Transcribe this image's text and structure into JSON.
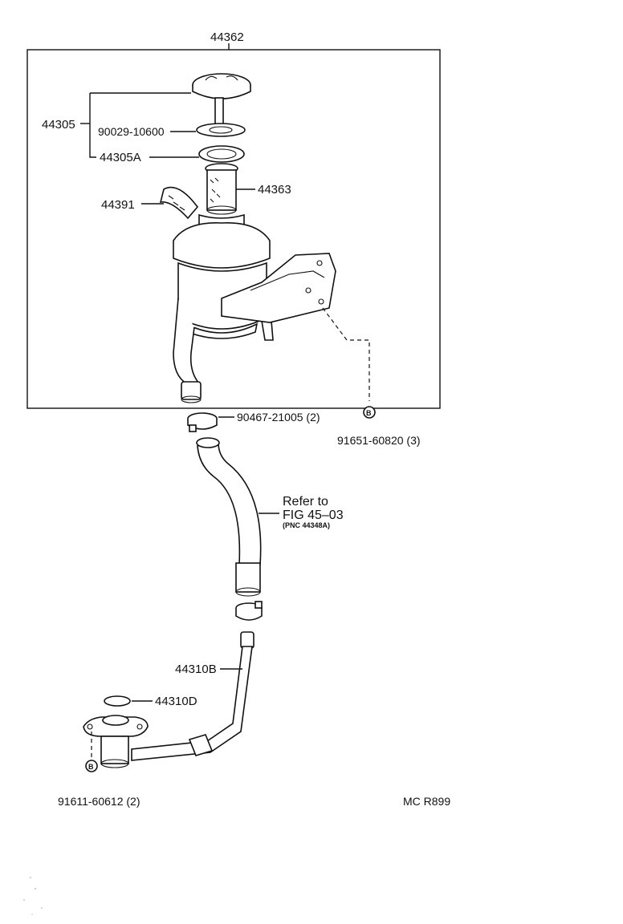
{
  "labels": {
    "assembly": "44362",
    "cap_set": "44305",
    "gasket": "90029-10600",
    "cap_sub": "44305A",
    "strainer": "44363",
    "label_tag": "44391",
    "clip_top": "90467-21005 (2)",
    "bolt_top": "91651-60820 (3)",
    "ref_line1": "Refer to",
    "ref_line2": "FIG 45–03",
    "ref_line3": "(PNC 44348A)",
    "tube": "44310B",
    "oring": "44310D",
    "bolt_bottom": "91611-60612 (2)",
    "drawing_code": "MC R899",
    "callout_letter": "B"
  }
}
